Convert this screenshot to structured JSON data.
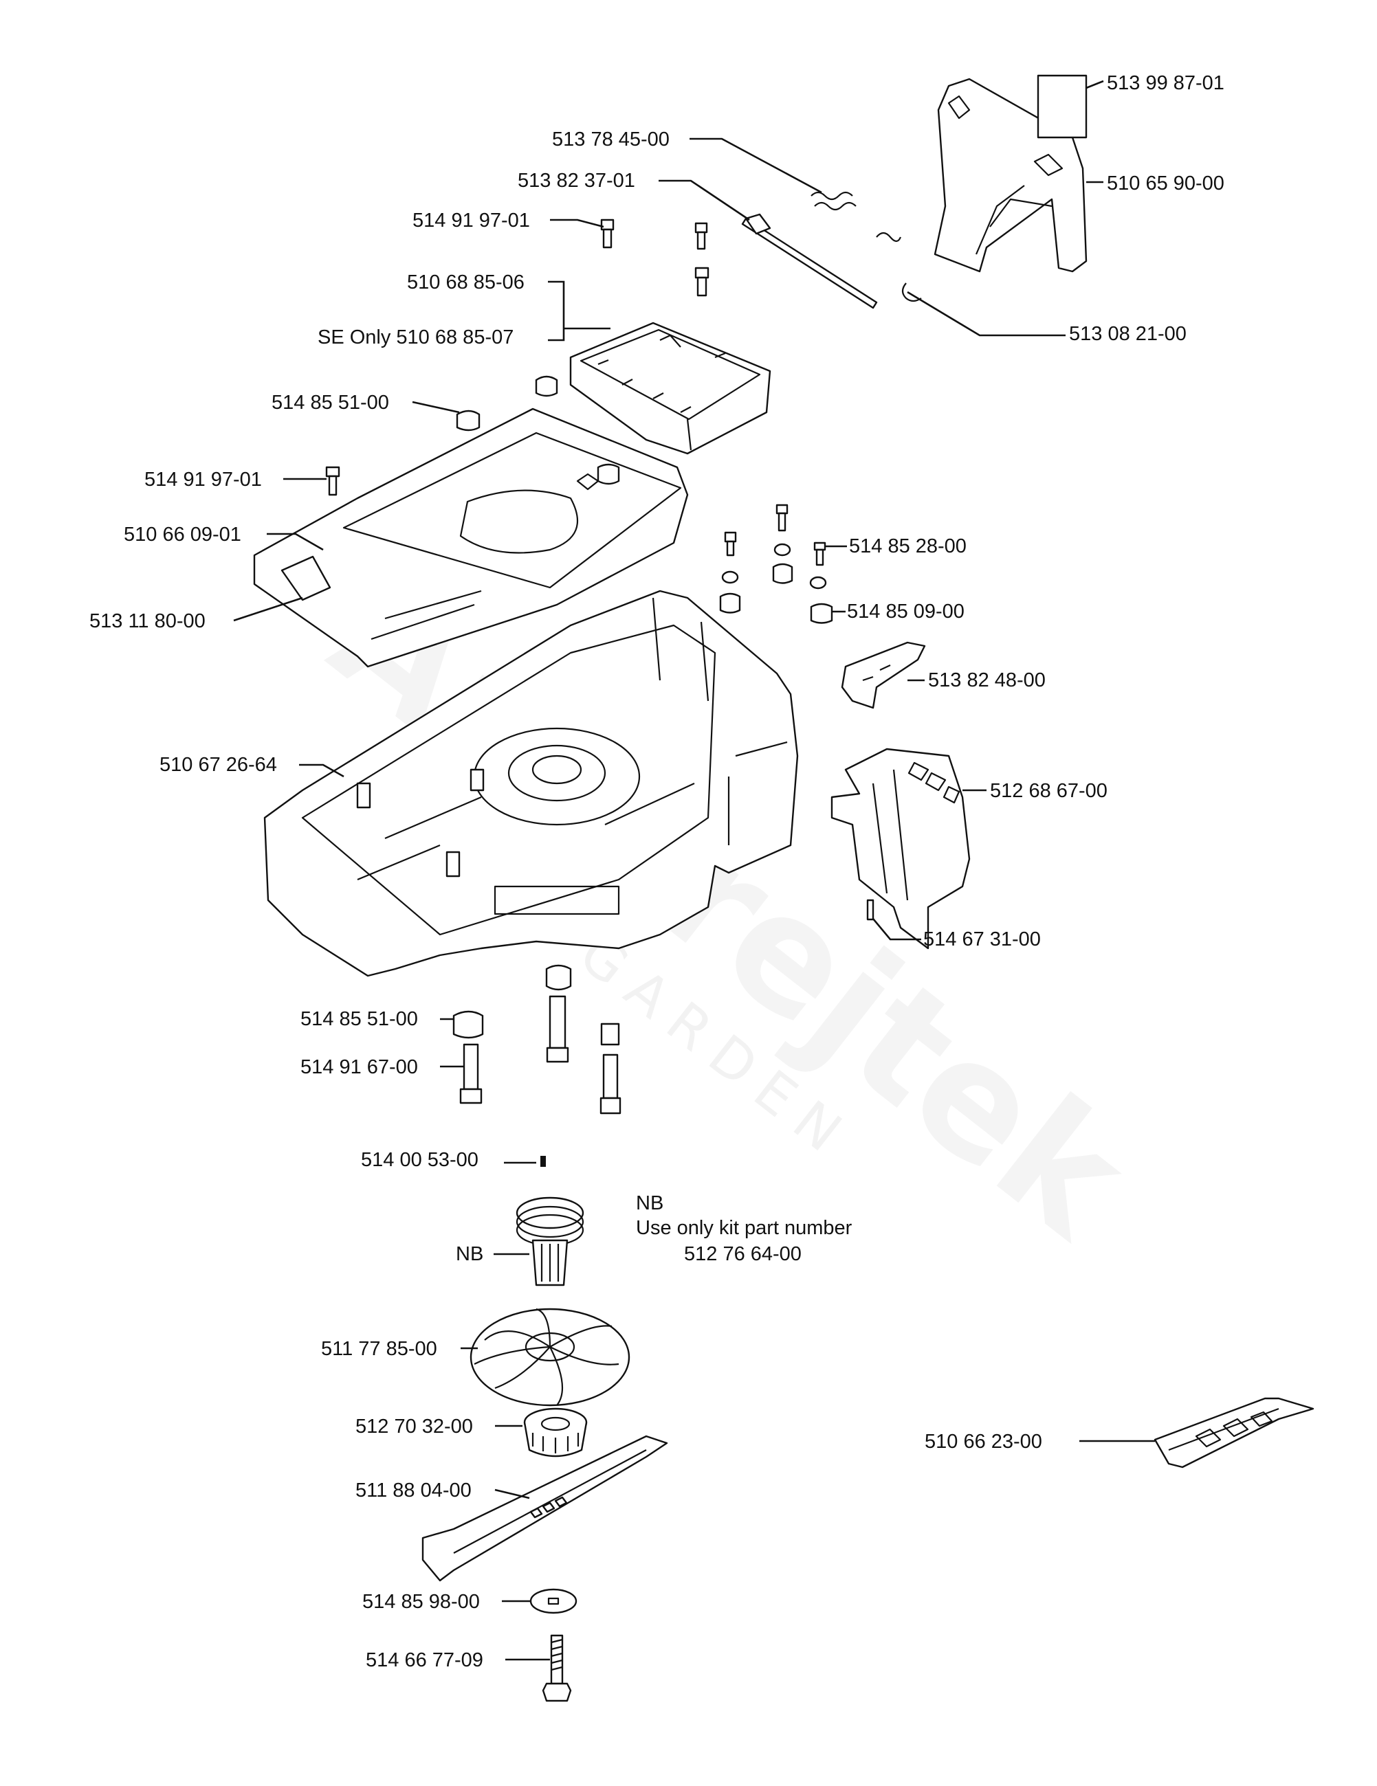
{
  "labels": {
    "p_513_99_87_01": "513 99 87-01",
    "p_513_78_45_00": "513 78 45-00",
    "p_513_82_37_01": "513 82 37-01",
    "p_510_65_90_00": "510 65 90-00",
    "p_514_91_97_01_top": "514 91 97-01",
    "p_510_68_85_06": "510 68 85-06",
    "p_se_only": "SE Only 510 68 85-07",
    "p_513_08_21_00": "513 08 21-00",
    "p_514_85_51_00_top": "514 85 51-00",
    "p_514_91_97_01_mid": "514 91 97-01",
    "p_510_66_09_01": "510 66 09-01",
    "p_514_85_28_00": "514 85 28-00",
    "p_513_11_80_00": "513 11 80-00",
    "p_514_85_09_00": "514 85 09-00",
    "p_513_82_48_00": "513 82 48-00",
    "p_510_67_26_64": "510 67 26-64",
    "p_512_68_67_00": "512 68 67-00",
    "p_514_67_31_00": "514 67 31-00",
    "p_514_85_51_00_low": "514 85 51-00",
    "p_514_91_67_00": "514 91 67-00",
    "p_514_00_53_00": "514 00 53-00",
    "p_nb": "NB",
    "p_511_77_85_00": "511 77 85-00",
    "p_512_70_32_00": "512 70 32-00",
    "p_510_66_23_00": "510 66 23-00",
    "p_511_88_04_00": "511 88 04-00",
    "p_514_85_98_00": "514 85 98-00",
    "p_514_66_77_09": "514 66 77-09"
  },
  "note": {
    "title": "NB",
    "line1": "Use only kit part number",
    "line2": "512 76 64-00"
  },
  "watermark": {
    "brand": "Autorejtek",
    "sub": "GARDEN"
  }
}
